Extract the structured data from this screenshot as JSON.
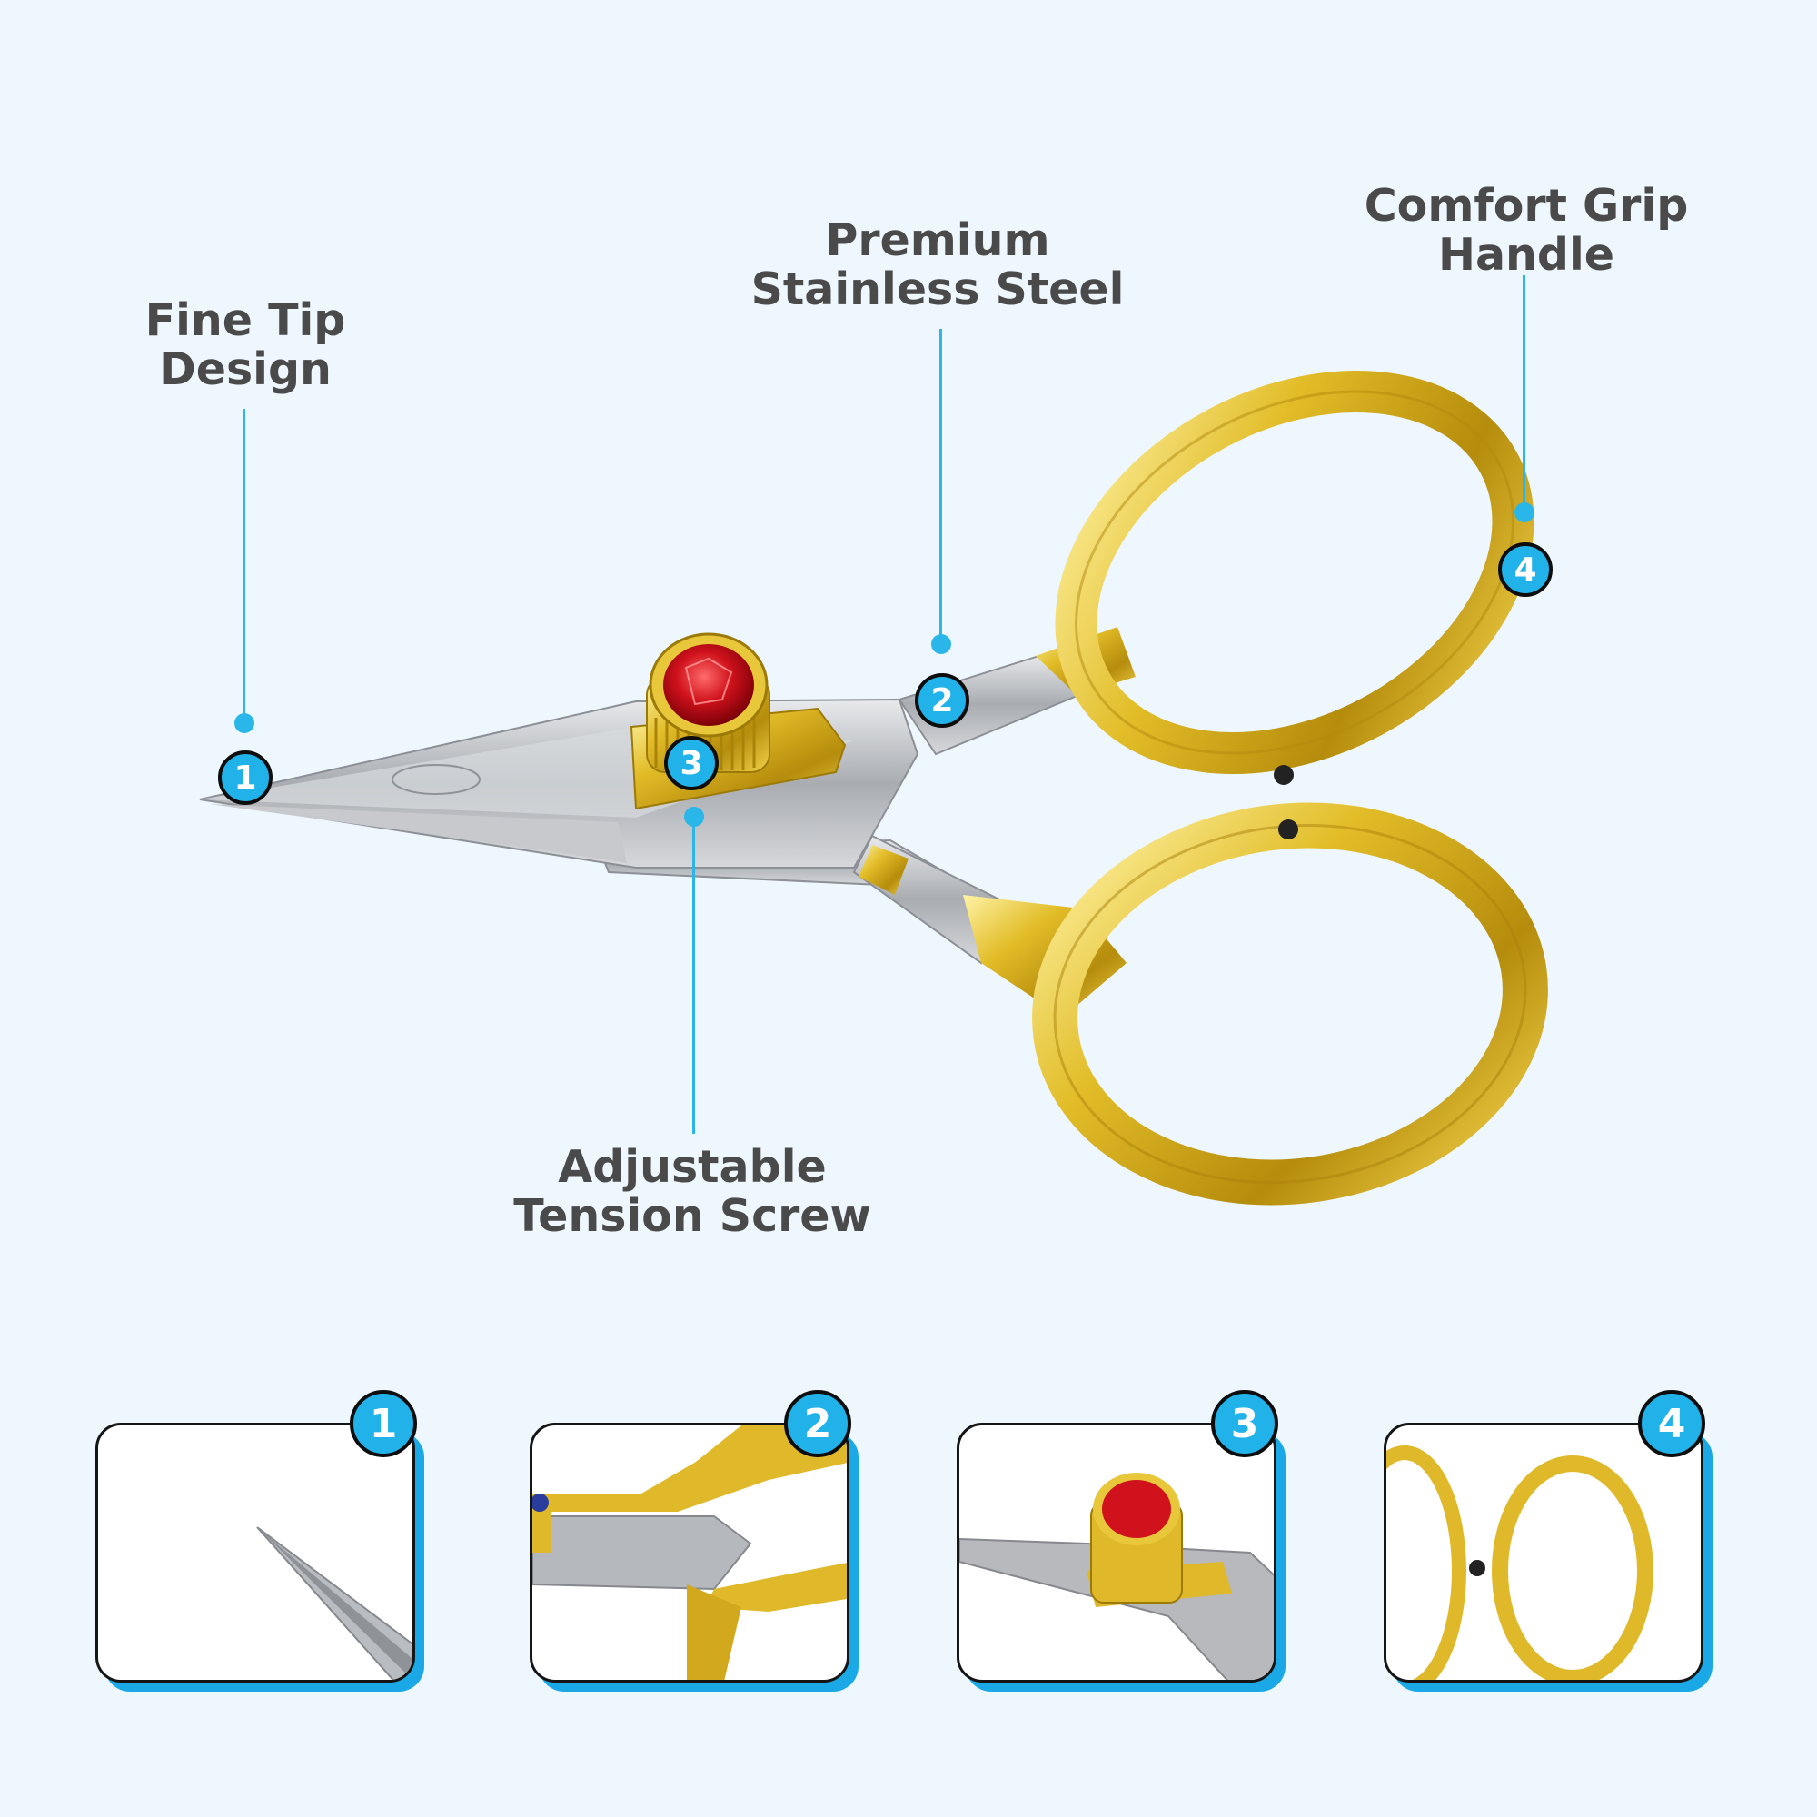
{
  "callouts": [
    {
      "number": "1",
      "label": "Fine Tip\nDesign"
    },
    {
      "number": "2",
      "label": "Premium\nStainless Steel"
    },
    {
      "number": "3",
      "label": "Adjustable\nTension Screw"
    },
    {
      "number": "4",
      "label": "Comfort Grip\nHandle"
    }
  ],
  "thumbnails": [
    {
      "number": "1"
    },
    {
      "number": "2"
    },
    {
      "number": "3"
    },
    {
      "number": "4"
    }
  ],
  "colors": {
    "background": "#eef7fd",
    "accent": "#22b2ea",
    "label_text": "#4a4a4a",
    "gold": "#d9b21e",
    "steel": "#b7b9bd",
    "gem": "#d0121c"
  }
}
